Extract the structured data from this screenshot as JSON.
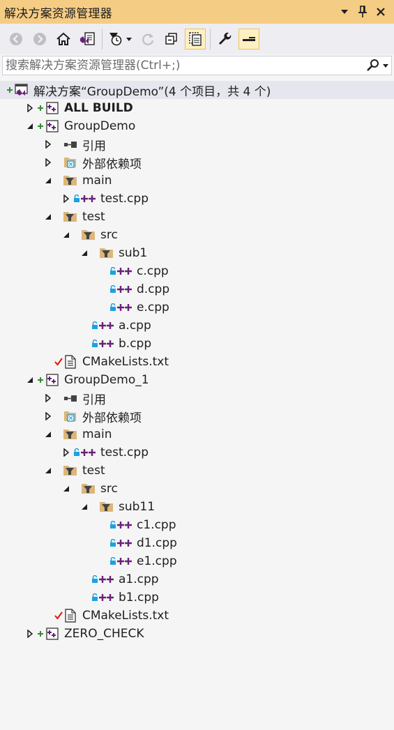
{
  "window": {
    "title": "解决方案资源管理器"
  },
  "search": {
    "placeholder": "搜索解决方案资源管理器(Ctrl+;)"
  },
  "toolbar": {
    "buttons": [
      {
        "name": "back-button",
        "icon": "back-arrow-icon",
        "enabled": false
      },
      {
        "name": "forward-button",
        "icon": "forward-arrow-icon",
        "enabled": false
      },
      {
        "name": "home-button",
        "icon": "home-icon",
        "enabled": true
      },
      {
        "name": "switch-views-button",
        "icon": "vs-switch-views-icon",
        "enabled": true
      },
      {
        "name": "pending-changes-filter-button",
        "icon": "clock-filter-icon",
        "enabled": true
      },
      {
        "name": "refresh-button",
        "icon": "refresh-icon",
        "enabled": false
      },
      {
        "name": "collapse-all-button",
        "icon": "collapse-all-icon",
        "enabled": true
      },
      {
        "name": "show-all-files-button",
        "icon": "show-all-files-icon",
        "enabled": true,
        "active": true
      },
      {
        "name": "properties-button",
        "icon": "wrench-icon",
        "enabled": true
      },
      {
        "name": "preview-selected-button",
        "icon": "preview-icon",
        "enabled": true,
        "active": true
      }
    ]
  },
  "tree": {
    "rows": [
      {
        "label": "解决方案“GroupDemo”(4 个项目，共 4 个)",
        "indent": 0,
        "expander": "none",
        "prefix": "plus",
        "icon": "solution-icon",
        "selected": true
      },
      {
        "label": "ALL BUILD",
        "indent": 1,
        "expander": "collapsed",
        "prefix": "plus",
        "icon": "project-icon",
        "bold": true
      },
      {
        "label": "GroupDemo",
        "indent": 1,
        "expander": "expanded",
        "prefix": "plus",
        "icon": "project-icon"
      },
      {
        "label": "引用",
        "indent": 2,
        "expander": "collapsed",
        "prefix": "none",
        "icon": "references-icon"
      },
      {
        "label": "外部依赖项",
        "indent": 2,
        "expander": "collapsed",
        "prefix": "none",
        "icon": "external-dependencies-icon"
      },
      {
        "label": "main",
        "indent": 2,
        "expander": "expanded",
        "prefix": "none",
        "icon": "folder-filter-icon"
      },
      {
        "label": "test.cpp",
        "indent": 3,
        "expander": "collapsed",
        "prefix": "lock",
        "icon": "cpp-file-icon"
      },
      {
        "label": "test",
        "indent": 2,
        "expander": "expanded",
        "prefix": "none",
        "icon": "folder-filter-icon"
      },
      {
        "label": "src",
        "indent": 3,
        "expander": "expanded",
        "prefix": "none",
        "icon": "folder-filter-icon"
      },
      {
        "label": "sub1",
        "indent": 4,
        "expander": "expanded",
        "prefix": "none",
        "icon": "folder-filter-icon"
      },
      {
        "label": "c.cpp",
        "indent": 5,
        "expander": "none",
        "prefix": "lock",
        "icon": "cpp-file-icon"
      },
      {
        "label": "d.cpp",
        "indent": 5,
        "expander": "none",
        "prefix": "lock",
        "icon": "cpp-file-icon"
      },
      {
        "label": "e.cpp",
        "indent": 5,
        "expander": "none",
        "prefix": "lock",
        "icon": "cpp-file-icon"
      },
      {
        "label": "a.cpp",
        "indent": 4,
        "expander": "none",
        "prefix": "lock",
        "icon": "cpp-file-icon"
      },
      {
        "label": "b.cpp",
        "indent": 4,
        "expander": "none",
        "prefix": "lock",
        "icon": "cpp-file-icon"
      },
      {
        "label": "CMakeLists.txt",
        "indent": 2,
        "expander": "none",
        "prefix": "check",
        "icon": "text-file-icon"
      },
      {
        "label": "GroupDemo_1",
        "indent": 1,
        "expander": "expanded",
        "prefix": "plus",
        "icon": "project-icon"
      },
      {
        "label": "引用",
        "indent": 2,
        "expander": "collapsed",
        "prefix": "none",
        "icon": "references-icon"
      },
      {
        "label": "外部依赖项",
        "indent": 2,
        "expander": "collapsed",
        "prefix": "none",
        "icon": "external-dependencies-icon"
      },
      {
        "label": "main",
        "indent": 2,
        "expander": "expanded",
        "prefix": "none",
        "icon": "folder-filter-icon"
      },
      {
        "label": "test.cpp",
        "indent": 3,
        "expander": "collapsed",
        "prefix": "lock",
        "icon": "cpp-file-icon"
      },
      {
        "label": "test",
        "indent": 2,
        "expander": "expanded",
        "prefix": "none",
        "icon": "folder-filter-icon"
      },
      {
        "label": "src",
        "indent": 3,
        "expander": "expanded",
        "prefix": "none",
        "icon": "folder-filter-icon"
      },
      {
        "label": "sub11",
        "indent": 4,
        "expander": "expanded",
        "prefix": "none",
        "icon": "folder-filter-icon"
      },
      {
        "label": "c1.cpp",
        "indent": 5,
        "expander": "none",
        "prefix": "lock",
        "icon": "cpp-file-icon"
      },
      {
        "label": "d1.cpp",
        "indent": 5,
        "expander": "none",
        "prefix": "lock",
        "icon": "cpp-file-icon"
      },
      {
        "label": "e1.cpp",
        "indent": 5,
        "expander": "none",
        "prefix": "lock",
        "icon": "cpp-file-icon"
      },
      {
        "label": "a1.cpp",
        "indent": 4,
        "expander": "none",
        "prefix": "lock",
        "icon": "cpp-file-icon"
      },
      {
        "label": "b1.cpp",
        "indent": 4,
        "expander": "none",
        "prefix": "lock",
        "icon": "cpp-file-icon"
      },
      {
        "label": "CMakeLists.txt",
        "indent": 2,
        "expander": "none",
        "prefix": "check",
        "icon": "text-file-icon"
      },
      {
        "label": "ZERO_CHECK",
        "indent": 1,
        "expander": "collapsed",
        "prefix": "plus",
        "icon": "project-icon"
      }
    ]
  },
  "colors": {
    "title_bar": "#f5cc84",
    "toolbar_bg": "#eeeef2",
    "panel_bg": "#f5f5f5",
    "selected_row": "#e6e7ee",
    "project_accent": "#68217a",
    "folder_yellow": "#dcb67a",
    "lock_blue": "#1ba1e2",
    "plus_green": "#388a34",
    "check_red": "#e51400"
  }
}
